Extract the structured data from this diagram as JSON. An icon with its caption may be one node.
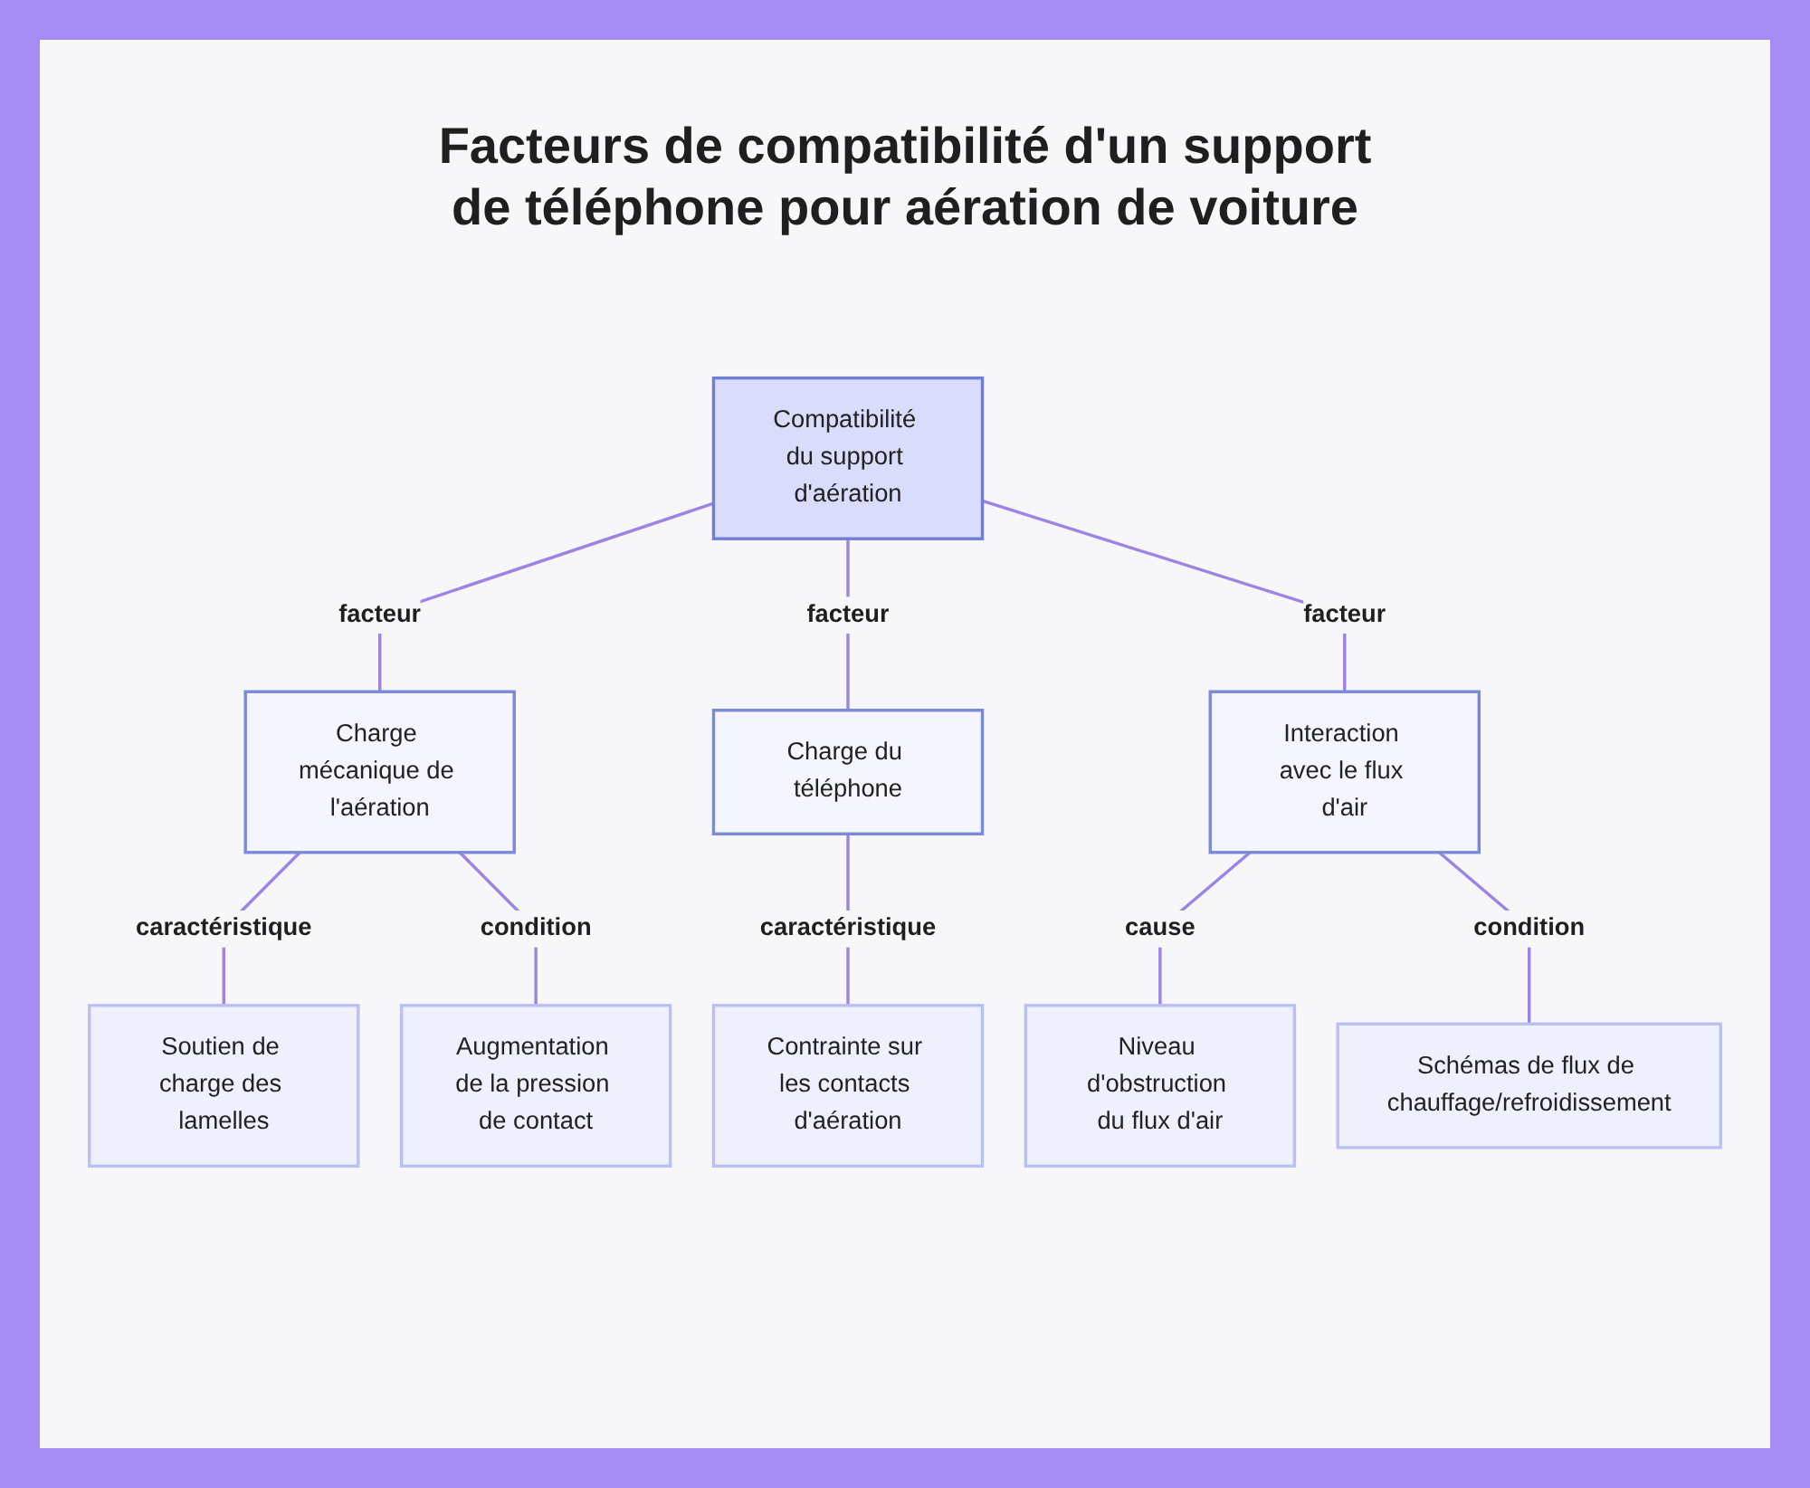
{
  "diagram": {
    "title": "Facteurs de compatibilité d'un support de téléphone pour aération de voiture",
    "nodes": [
      {
        "text": [
          "Compatibilité du support d'aération"
        ]
      },
      {
        "text": [
          "Charge mécanique de l'aération"
        ]
      },
      {
        "text": [
          "Charge du téléphone"
        ]
      },
      {
        "text": [
          "Interaction avec le flux d'air"
        ]
      },
      {
        "text": [
          "Soutien de charge des lamelles"
        ]
      },
      {
        "text": [
          "Augmentation de la pression de contact"
        ]
      },
      {
        "text": [
          "Contrainte sur les contacts d'aération"
        ]
      },
      {
        "text": [
          "Niveau d'obstruction du flux d'air"
        ]
      },
      {
        "text": [
          "Schémas de flux de chauffage/refroidissement"
        ]
      }
    ],
    "edges": [
      {
        "from": 0,
        "to": 1,
        "arrow": "none",
        "label": "facteur"
      },
      {
        "from": 0,
        "to": 2,
        "arrow": "none",
        "label": "facteur"
      },
      {
        "from": 0,
        "to": 3,
        "arrow": "none",
        "label": "facteur"
      },
      {
        "from": 1,
        "to": 4,
        "arrow": "none",
        "label": "caractéristique"
      },
      {
        "from": 1,
        "to": 5,
        "arrow": "none",
        "label": "condition"
      },
      {
        "from": 2,
        "to": 6,
        "arrow": "none",
        "label": "caractéristique"
      },
      {
        "from": 3,
        "to": 7,
        "arrow": "none",
        "label": "cause"
      },
      {
        "from": 3,
        "to": 8,
        "arrow": "none",
        "label": "condition"
      }
    ]
  }
}
